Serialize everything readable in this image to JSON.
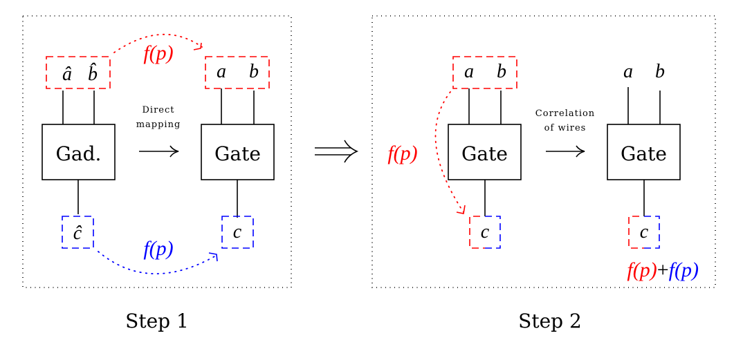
{
  "colors": {
    "red": "#ff0000",
    "blue": "#0000ff",
    "black": "#000000"
  },
  "step1": {
    "caption": "Step 1",
    "gadget_label": "Gad.",
    "gate_label": "Gate",
    "arrow_label_line1": "Direct",
    "arrow_label_line2": "mapping",
    "inputs_hat": [
      "â",
      "b̂"
    ],
    "output_hat": "ĉ",
    "inputs": [
      "a",
      "b"
    ],
    "output": "c",
    "top_error_label": "f(p)",
    "bottom_error_label": "f(p)",
    "arrow_glyph": "⟶"
  },
  "implies_glyph": "⟹",
  "step2": {
    "caption": "Step 2",
    "gate_left_label": "Gate",
    "gate_right_label": "Gate",
    "arrow_label_line1": "Correlation",
    "arrow_label_line2": "of wires",
    "inputs_left": [
      "a",
      "b"
    ],
    "output_left": "c",
    "inputs_right": [
      "a",
      "b"
    ],
    "output_right": "c",
    "side_error_label": "f(p)",
    "sum_red": "f(p)",
    "sum_plus": "+",
    "sum_blue": "f(p)",
    "arrow_glyph": "⟶"
  }
}
